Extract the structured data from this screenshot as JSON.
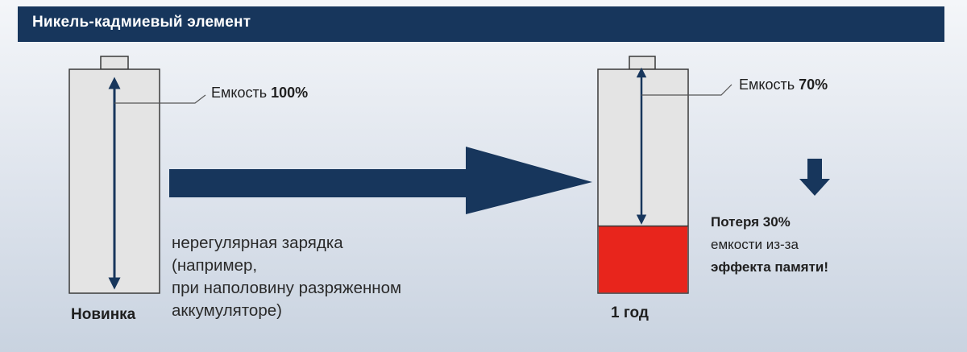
{
  "header": {
    "title": "Никель-кадмиевый элемент"
  },
  "left_battery": {
    "capacity_label": "Емкость",
    "capacity_value": "100%",
    "capacity_fraction": 1.0,
    "name": "Новинка"
  },
  "right_battery": {
    "capacity_label": "Емкость",
    "capacity_value": "70%",
    "capacity_fraction": 0.7,
    "name": "1 год"
  },
  "process_text": {
    "line1": "нерегулярная зарядка",
    "line2": "(например,",
    "line3": "при наполовину разряженном",
    "line4": "аккумуляторе)"
  },
  "loss_text": {
    "line1": "Потеря 30%",
    "line2": "емкости из-за",
    "line3": "эффекта памяти!"
  },
  "colors": {
    "header_bg": "#17365c",
    "arrow": "#17365c",
    "lost_capacity": "#e8251c",
    "battery_fill": "#e4e4e4",
    "battery_outline": "#3a3a3a"
  }
}
